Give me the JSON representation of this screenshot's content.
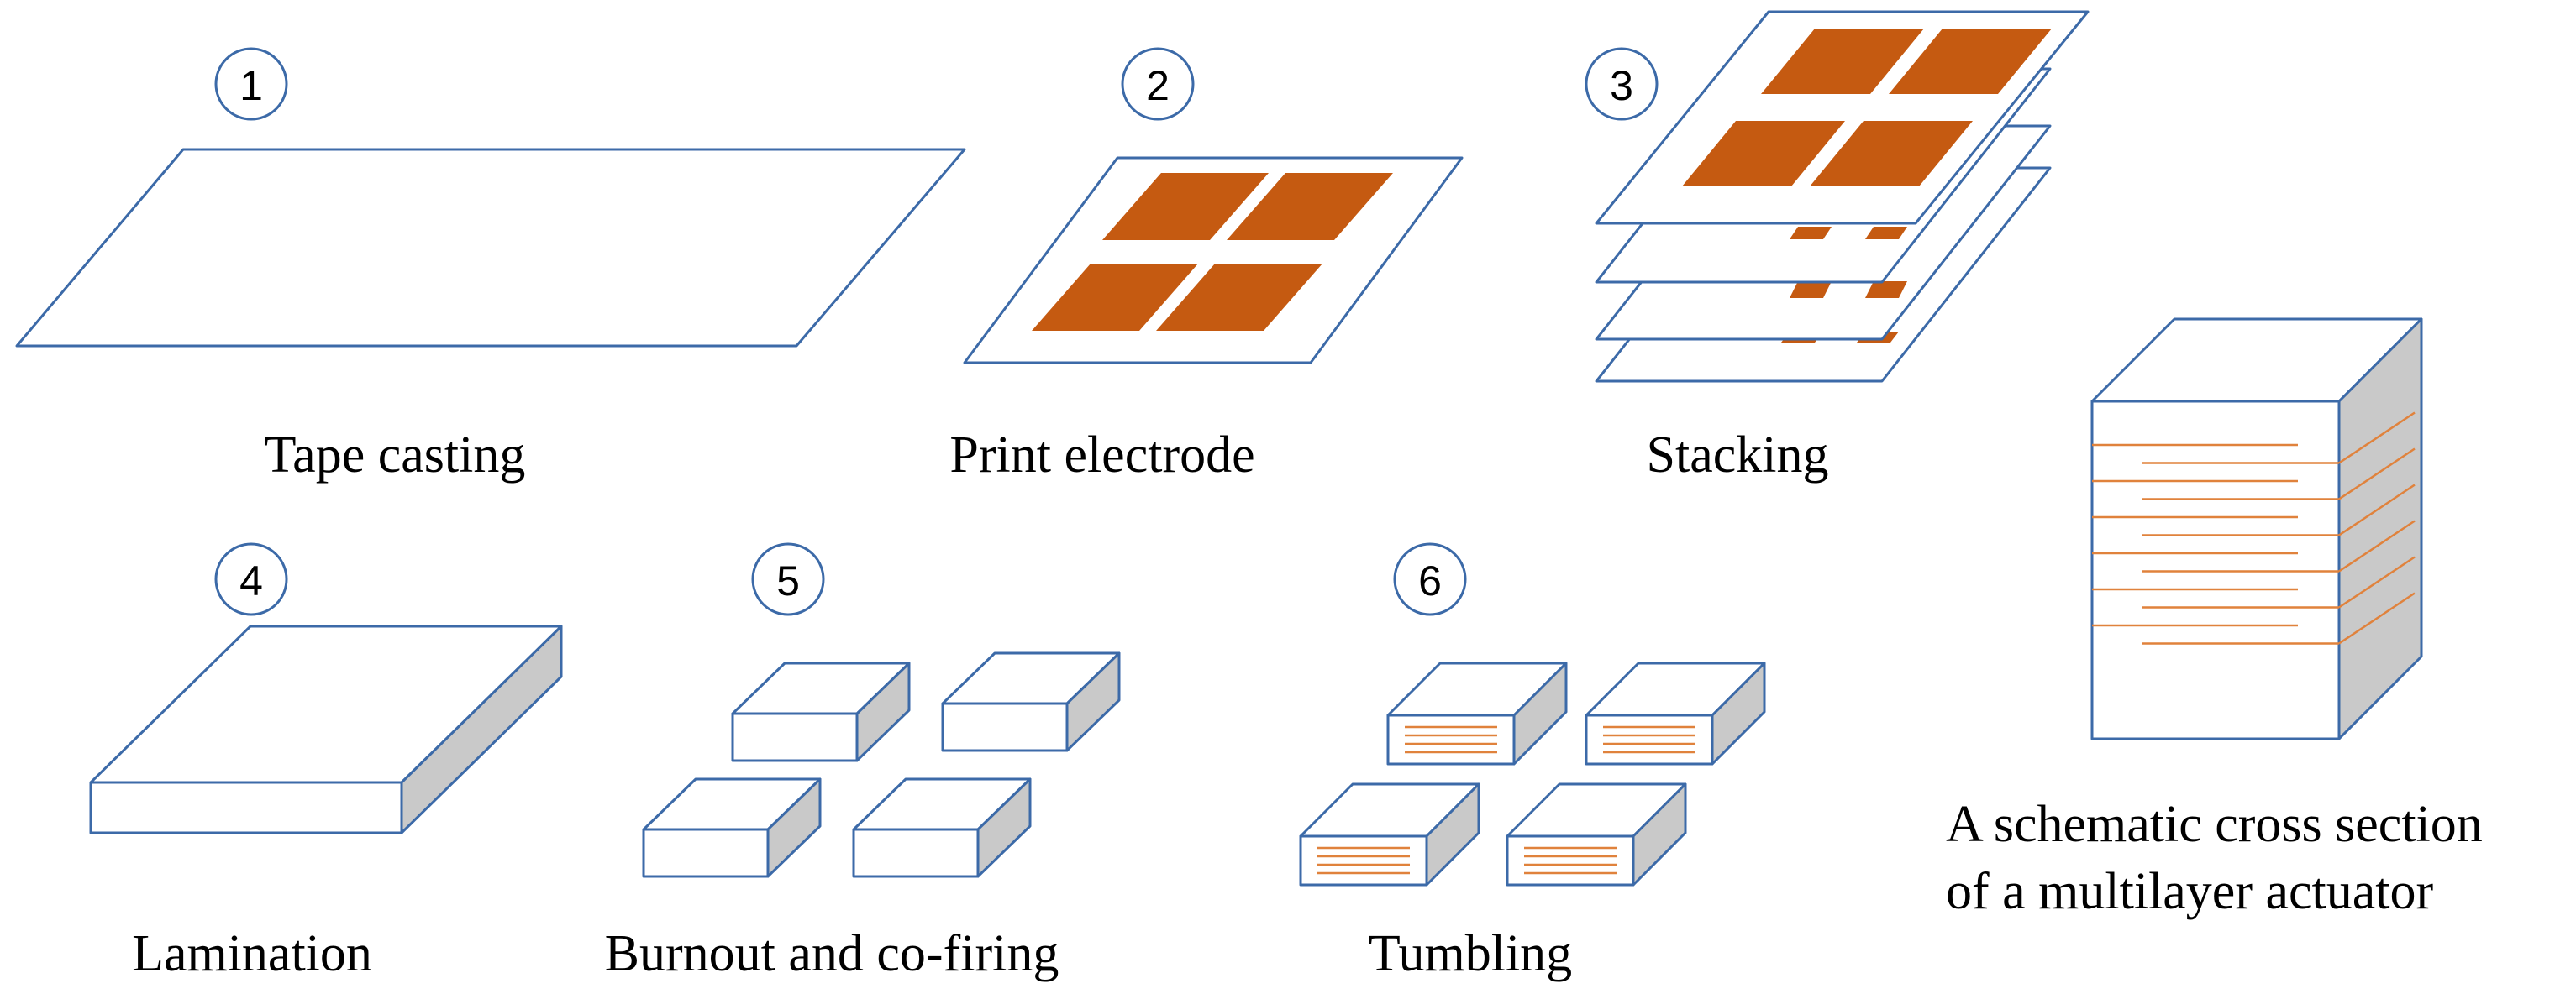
{
  "steps": [
    {
      "number": "1",
      "label": "Tape casting"
    },
    {
      "number": "2",
      "label": "Print electrode"
    },
    {
      "number": "3",
      "label": "Stacking"
    },
    {
      "number": "4",
      "label": "Lamination"
    },
    {
      "number": "5",
      "label": "Burnout and co-firing"
    },
    {
      "number": "6",
      "label": "Tumbling"
    }
  ],
  "cross_section": {
    "caption_line1": "A schematic cross section",
    "caption_line2": "of a multilayer actuator"
  },
  "colors": {
    "outline": "#3c6aa8",
    "electrode": "#c55a11",
    "electrode_line": "#e0823c",
    "side_face": "#c9c9c9"
  }
}
